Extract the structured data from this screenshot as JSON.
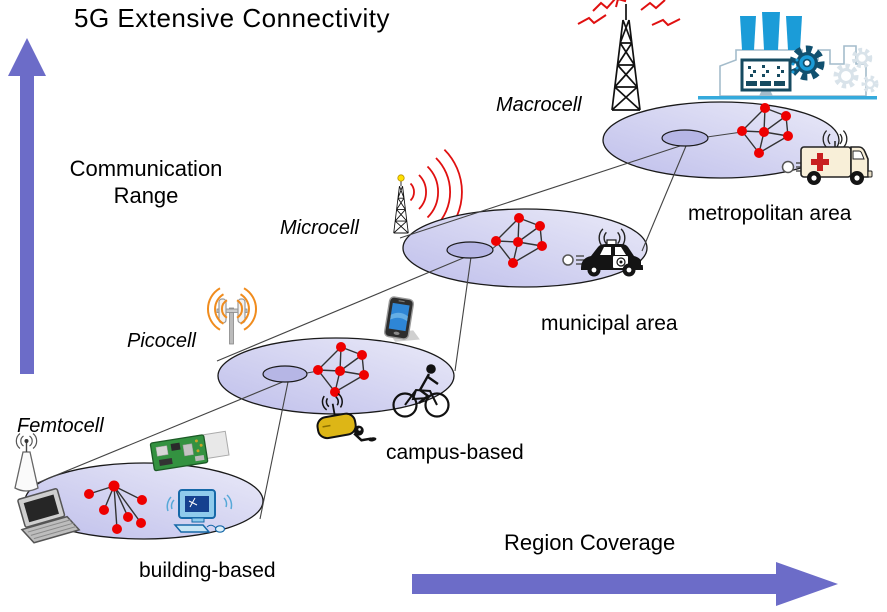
{
  "title": "5G Extensive Connectivity",
  "axes": {
    "vertical": "Communication Range",
    "horizontal": "Region Coverage"
  },
  "cells": [
    {
      "label": "Femtocell",
      "area": "building-based",
      "network_type": "star",
      "icons": [
        "femtocell-antenna",
        "laptop",
        "raspberry-pi",
        "desktop-computer"
      ]
    },
    {
      "label": "Picocell",
      "area": "campus-based",
      "network_type": "mesh",
      "icons": [
        "picocell-antenna",
        "smartphone",
        "cctv-camera",
        "cyclist"
      ]
    },
    {
      "label": "Microcell",
      "area": "municipal area",
      "network_type": "mesh",
      "icons": [
        "radio-tower",
        "police-car"
      ]
    },
    {
      "label": "Macrocell",
      "area": "metropolitan area",
      "network_type": "mesh",
      "icons": [
        "radio-mast",
        "smart-factory",
        "ambulance"
      ]
    }
  ],
  "colors": {
    "arrow": "#6C6CC8",
    "cell_fill_light": "#EAEAF8",
    "cell_fill_dark": "#BFBFEB",
    "inner_ellipse": "#B6B6E5",
    "node": "#EE0000",
    "edge": "#333333",
    "wave_red": "#E01010",
    "wave_orange": "#F08C1E",
    "factory_blue": "#1B9CD8",
    "factory_dark": "#10506F",
    "cam_yellow": "#DDB616",
    "amb_body": "#F8EFD8",
    "cross_red": "#C82020",
    "pc_blue": "#2E86D6"
  }
}
